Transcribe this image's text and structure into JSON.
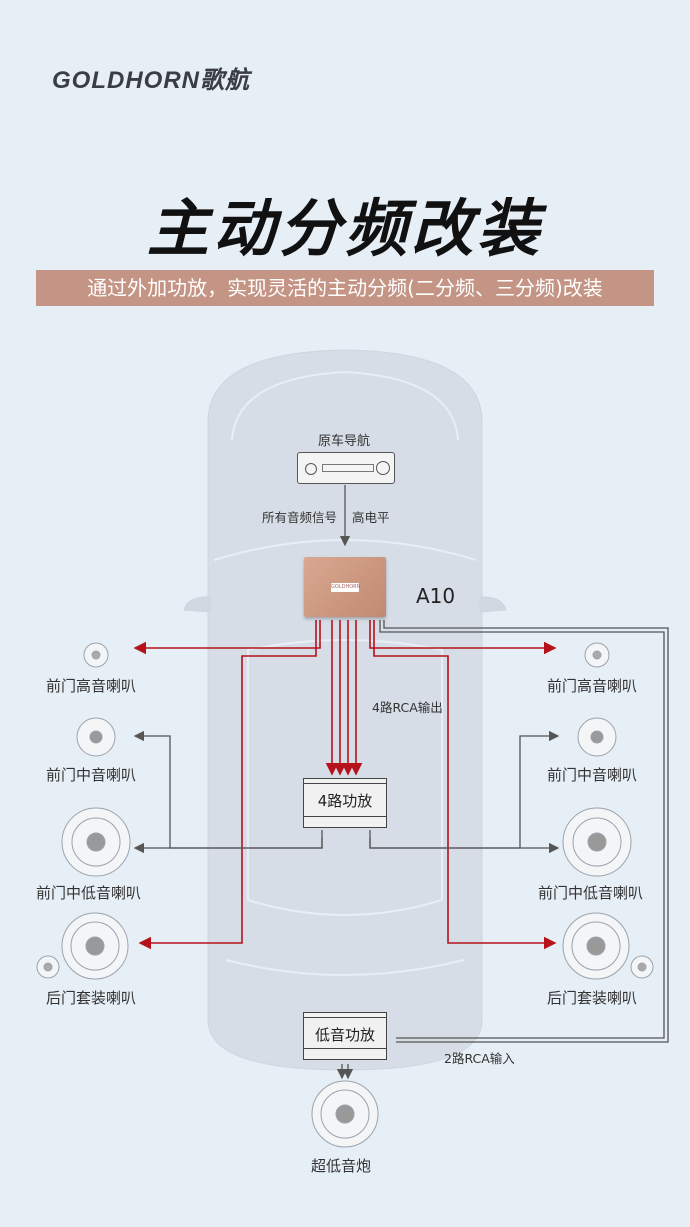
{
  "brand": {
    "logo": "GOLDHORN歌航"
  },
  "title": "主动分频改装",
  "subtitle": "通过外加功放，实现灵活的主动分频(二分频、三分频)改装",
  "diagram": {
    "head_unit": "原车导航",
    "signal_label": "所有音频信号",
    "signal_level": "高电平",
    "amp_main": "A10",
    "rca_out": "4路RCA输出",
    "amp_4ch": "4路功放",
    "amp_sub": "低音功放",
    "rca_in": "2路RCA输入",
    "subwoofer": "超低音炮",
    "left_speakers": [
      "前门高音喇叭",
      "前门中音喇叭",
      "前门中低音喇叭",
      "后门套装喇叭"
    ],
    "right_speakers": [
      "前门高音喇叭",
      "前门中音喇叭",
      "前门中低音喇叭",
      "后门套装喇叭"
    ]
  },
  "colors": {
    "signal_red": "#b5121b",
    "signal_gray": "#555555",
    "subtitle_bg": "#c49484"
  },
  "icons": [
    "car-outline-icon",
    "radio-icon",
    "speaker-icon",
    "arrow-icon"
  ]
}
